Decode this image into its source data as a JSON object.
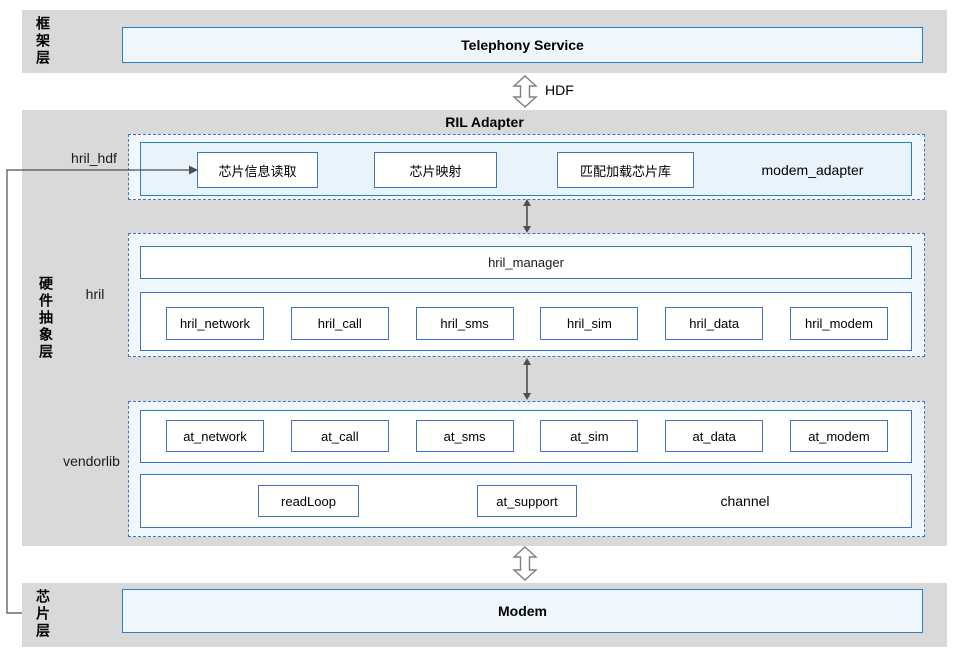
{
  "colors": {
    "band_gray": "#d9d9d9",
    "box_fill_light_blue": "#eff7fd",
    "solid_border_blue": "#2a80c5",
    "dashed_border_blue": "#4273bf",
    "arrow_gray": "#4d4d4d"
  },
  "framework_layer": {
    "label": "框架层",
    "box": "Telephony Service"
  },
  "hdf_arrow": {
    "label": "HDF"
  },
  "hal_layer": {
    "label": "硬件抽象层",
    "title": "RIL Adapter",
    "hril_hdf": {
      "label": "hril_hdf",
      "boxes": [
        "芯片信息读取",
        "芯片映射",
        "匹配加载芯片库"
      ],
      "text": "modem_adapter"
    },
    "hril": {
      "label": "hril",
      "manager": "hril_manager",
      "modules": [
        "hril_network",
        "hril_call",
        "hril_sms",
        "hril_sim",
        "hril_data",
        "hril_modem"
      ]
    },
    "vendorlib": {
      "label": "vendorlib",
      "modules": [
        "at_network",
        "at_call",
        "at_sms",
        "at_sim",
        "at_data",
        "at_modem"
      ],
      "bottom_boxes": [
        "readLoop",
        "at_support"
      ],
      "text": "channel"
    }
  },
  "chip_layer": {
    "label": "芯片层",
    "box": "Modem"
  }
}
